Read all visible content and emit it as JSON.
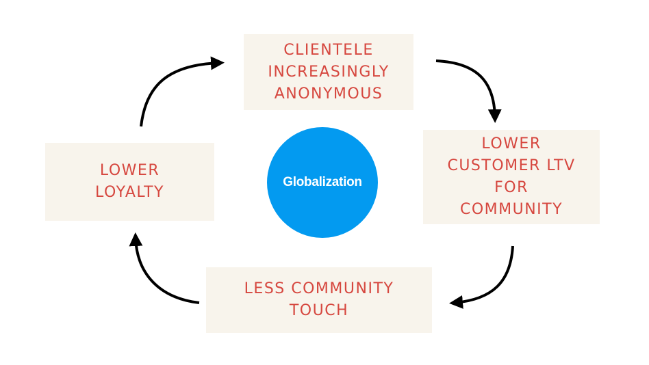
{
  "diagram": {
    "hub": {
      "label": "Globalization",
      "color": "#039af0"
    },
    "nodes": [
      {
        "id": "top",
        "label": "CLIENTELE\nINCREASINGLY\nANONYMOUS"
      },
      {
        "id": "right",
        "label": "LOWER\nCUSTOMER LTV\nFOR\nCOMMUNITY"
      },
      {
        "id": "bottom",
        "label": "LESS COMMUNITY\nTOUCH"
      },
      {
        "id": "left",
        "label": "LOWER\nLOYALTY"
      }
    ],
    "cycle_order": [
      "top",
      "right",
      "bottom",
      "left"
    ],
    "colors": {
      "node_background": "#f8f4ec",
      "node_text": "#d6473f",
      "arrow": "#000000"
    }
  }
}
